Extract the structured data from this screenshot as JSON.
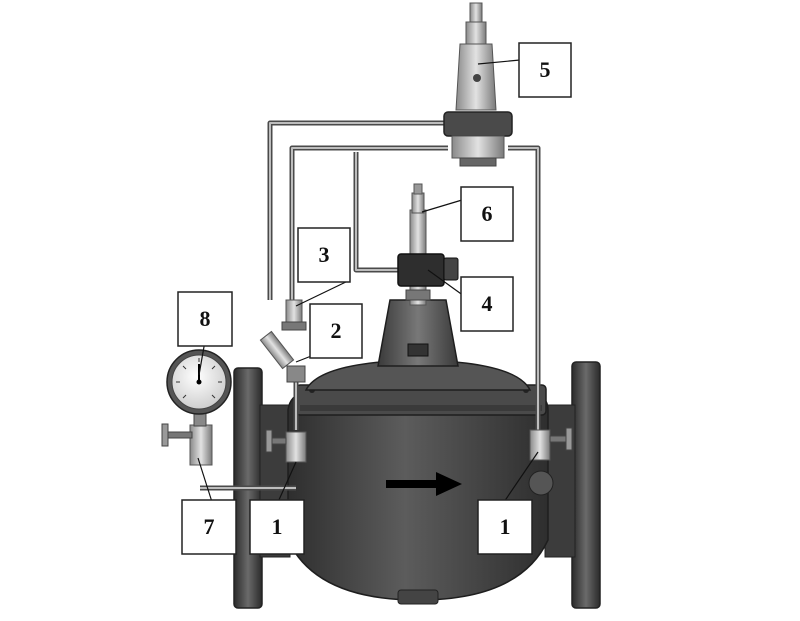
{
  "colors": {
    "body_dark": "#3a3a3a",
    "body_mid": "#5a5a5a",
    "metal_light": "#c8c8c8",
    "pipe_outline": "#4a4a4a",
    "callout_border": "#222222",
    "arrow": "#000000"
  },
  "callouts": {
    "item_1_left": "1",
    "item_1_right": "1",
    "item_2": "2",
    "item_3": "3",
    "item_4": "4",
    "item_5": "5",
    "item_6": "6",
    "item_7": "7",
    "item_8": "8"
  },
  "flow_direction": "left-to-right"
}
